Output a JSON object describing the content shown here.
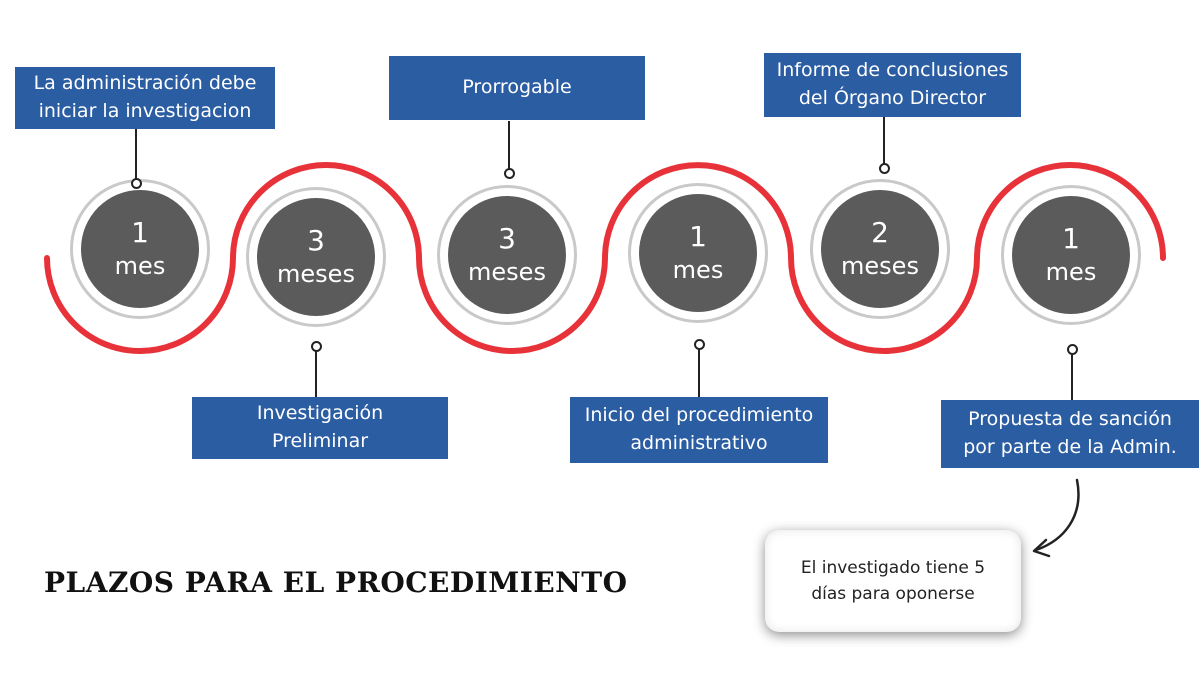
{
  "title": "PLAZOS PARA EL  PROCEDIMIENTO",
  "colors": {
    "wave": "#e8323a",
    "circle": "#5b5b5b",
    "box": "#2b5da3",
    "ring": "#c9c9c9"
  },
  "stages": [
    {
      "num": "1",
      "unit": "mes"
    },
    {
      "num": "3",
      "unit": "meses"
    },
    {
      "num": "3",
      "unit": "meses"
    },
    {
      "num": "1",
      "unit": "mes"
    },
    {
      "num": "2",
      "unit": "meses"
    },
    {
      "num": "1",
      "unit": "mes"
    }
  ],
  "labels": {
    "admin_inicia": [
      "La administración debe",
      "iniciar la investigacion"
    ],
    "investigacion_preliminar": [
      "Investigación",
      "Preliminar"
    ],
    "prorrogable": [
      "Prorrogable"
    ],
    "inicio_procedimiento": [
      "Inicio del procedimiento",
      "administrativo"
    ],
    "informe_conclusiones": [
      "Informe de conclusiones",
      "del Órgano Director"
    ],
    "propuesta_sancion": [
      "Propuesta de sanción",
      "por parte de la Admin."
    ]
  },
  "note": [
    "El investigado tiene 5",
    "días para oponerse"
  ]
}
